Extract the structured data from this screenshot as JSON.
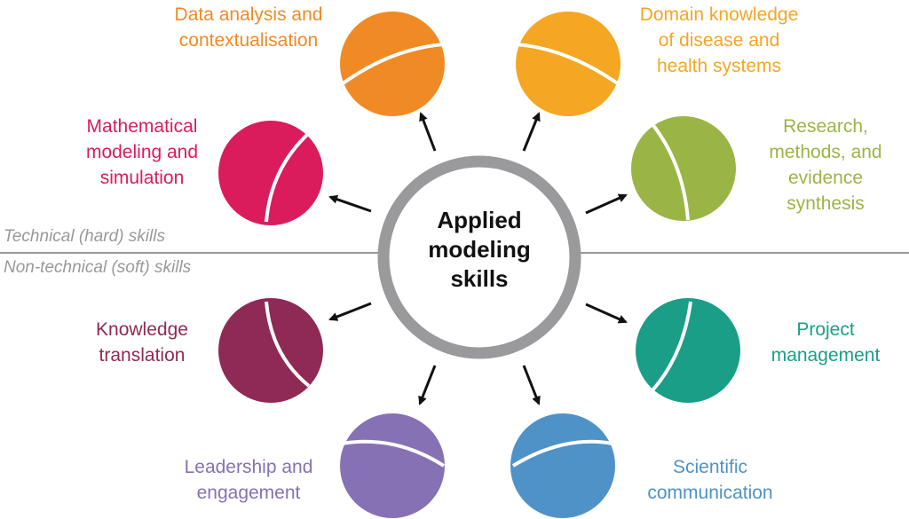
{
  "center": {
    "line1": "Applied",
    "line2": "modeling",
    "line3": "skills"
  },
  "categories": {
    "technical": "Technical (hard) skills",
    "nontechnical": "Non-technical (soft) skills"
  },
  "skills": [
    {
      "name": "data-analysis",
      "lines": [
        "Data analysis and",
        "contextualisation"
      ],
      "color": "#F08A24"
    },
    {
      "name": "domain-knowledge",
      "lines": [
        "Domain knowledge",
        "of disease and",
        "health systems"
      ],
      "color": "#F5A623"
    },
    {
      "name": "math-modeling",
      "lines": [
        "Mathematical",
        "modeling and",
        "simulation"
      ],
      "color": "#DA1C5C"
    },
    {
      "name": "research",
      "lines": [
        "Research,",
        "methods, and",
        "evidence",
        "synthesis"
      ],
      "color": "#9BB446"
    },
    {
      "name": "knowledge-translation",
      "lines": [
        "Knowledge",
        "translation"
      ],
      "color": "#8E2A55"
    },
    {
      "name": "project-management",
      "lines": [
        "Project",
        "management"
      ],
      "color": "#1A9E88"
    },
    {
      "name": "leadership",
      "lines": [
        "Leadership and",
        "engagement"
      ],
      "color": "#8671B4"
    },
    {
      "name": "scientific-communication",
      "lines": [
        "Scientific",
        "communication"
      ],
      "color": "#4E92C8"
    }
  ]
}
